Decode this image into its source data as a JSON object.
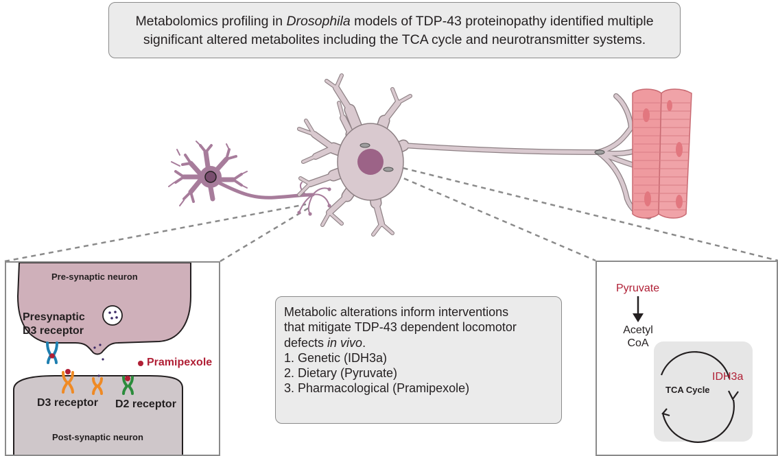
{
  "header": {
    "line1_pre": "Metabolomics profiling in ",
    "line1_italic": "Drosophila",
    "line1_post": " models of TDP-43 proteinopathy identified multiple",
    "line2": "significant altered metabolites including the TCA cycle and neurotransmitter systems."
  },
  "synapse": {
    "pre_label": "Pre-synaptic neuron",
    "presynaptic_receptor_line1": "Presynaptic",
    "presynaptic_receptor_line2": "D3 receptor",
    "drug_label": "Pramipexole",
    "d3_label": "D3 receptor",
    "d2_label": "D2 receptor",
    "post_label": "Post-synaptic neuron"
  },
  "interventions": {
    "line1": "Metabolic alterations inform interventions",
    "line2": "that mitigate TDP-43 dependent locomotor",
    "line3_pre": "defects ",
    "line3_italic": "in vivo",
    "line3_post": ".",
    "items": [
      "1. Genetic (IDH3a)",
      "2. Dietary (Pyruvate)",
      "3. Pharmacological (Pramipexole)"
    ]
  },
  "metabolism": {
    "pyruvate": "Pyruvate",
    "acetyl_line1": "Acetyl",
    "acetyl_line2": "CoA",
    "enzyme": "IDH3a",
    "cycle": "TCA Cycle"
  },
  "colors": {
    "accent_red": "#b01f35",
    "neuron_fill": "#d9c9cf",
    "small_neuron": "#a77c9b",
    "presynaptic_fill": "#cfb0ba",
    "postsynaptic_fill": "#cfc7ca",
    "muscle": "#ef9a9f",
    "box_gray": "#ebebeb"
  }
}
